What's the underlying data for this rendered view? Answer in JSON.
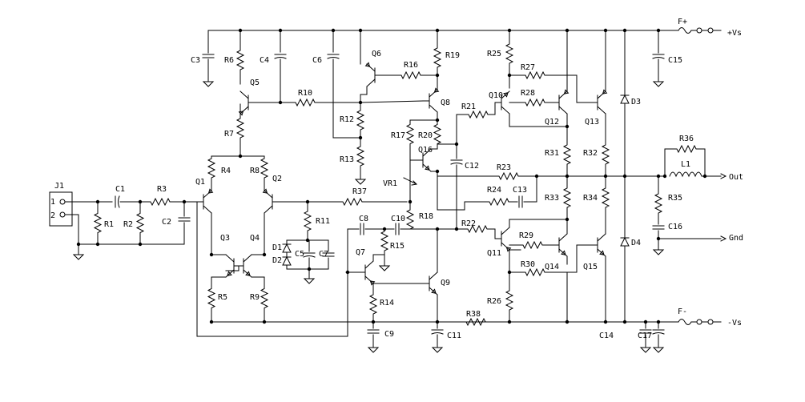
{
  "labels": {
    "J1": "J1",
    "pin1": "1",
    "pin2": "2",
    "C1": "C1",
    "R1": "R1",
    "R2": "R2",
    "R3": "R3",
    "C2": "C2",
    "Q1": "Q1",
    "Q2": "Q2",
    "Q3": "Q3",
    "Q4": "Q4",
    "Q5": "Q5",
    "Q6": "Q6",
    "Q7": "Q7",
    "Q8": "Q8",
    "Q9": "Q9",
    "Q10": "Q10",
    "Q11": "Q11",
    "Q12": "Q12",
    "Q13": "Q13",
    "Q14": "Q14",
    "Q15": "Q15",
    "Q16": "Q16",
    "R4": "R4",
    "R5": "R5",
    "R6": "R6",
    "R7": "R7",
    "R8": "R8",
    "R9": "R9",
    "R10": "R10",
    "R11": "R11",
    "R12": "R12",
    "R13": "R13",
    "R14": "R14",
    "R15": "R15",
    "R16": "R16",
    "R17": "R17",
    "R18": "R18",
    "R19": "R19",
    "R20": "R20",
    "R21": "R21",
    "R22": "R22",
    "R23": "R23",
    "R24": "R24",
    "R25": "R25",
    "R26": "R26",
    "R27": "R27",
    "R28": "R28",
    "R29": "R29",
    "R30": "R30",
    "R31": "R31",
    "R32": "R32",
    "R33": "R33",
    "R34": "R34",
    "R35": "R35",
    "R36": "R36",
    "R37": "R37",
    "R38": "R38",
    "C3": "C3",
    "C4": "C4",
    "C5": "C5",
    "C6": "C6",
    "C7": "C7",
    "C8": "C8",
    "C9": "C9",
    "C10": "C10",
    "C11": "C11",
    "C12": "C12",
    "C13": "C13",
    "C14": "C14",
    "C15": "C15",
    "C16": "C16",
    "C17": "C17",
    "D1": "D1",
    "D2": "D2",
    "D3": "D3",
    "D4": "D4",
    "VR1": "VR1",
    "L1": "L1",
    "Fp": "F+",
    "Fm": "F-",
    "Vp": "+Vs",
    "Vm": "-Vs",
    "Out": "Out",
    "Gnd": "Gnd"
  }
}
